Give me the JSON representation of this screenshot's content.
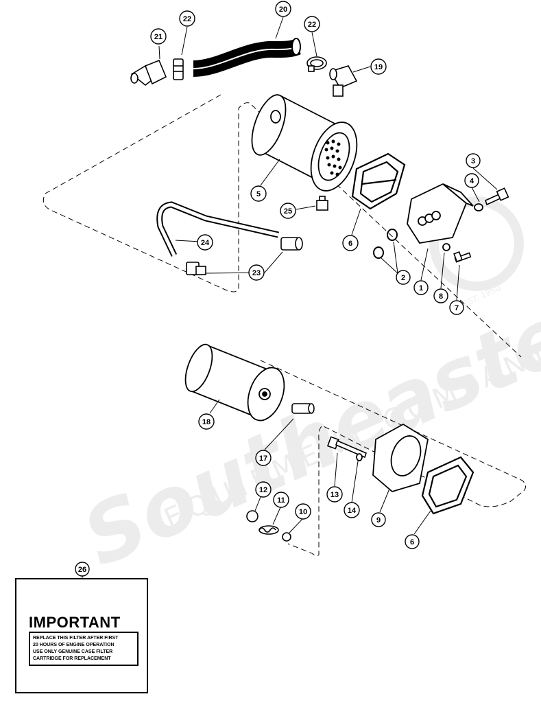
{
  "watermark": {
    "brand": "Southeastern",
    "subtitle": "EQUIPMENT COMPANY",
    "seal": "EST. 1950"
  },
  "callouts": [
    {
      "id": "c21",
      "label": "21"
    },
    {
      "id": "c22a",
      "label": "22"
    },
    {
      "id": "c20",
      "label": "20"
    },
    {
      "id": "c22b",
      "label": "22"
    },
    {
      "id": "c19",
      "label": "19"
    },
    {
      "id": "c3",
      "label": "3"
    },
    {
      "id": "c4",
      "label": "4"
    },
    {
      "id": "c5",
      "label": "5"
    },
    {
      "id": "c25",
      "label": "25"
    },
    {
      "id": "c6a",
      "label": "6"
    },
    {
      "id": "c24",
      "label": "24"
    },
    {
      "id": "c23",
      "label": "23"
    },
    {
      "id": "c2",
      "label": "2"
    },
    {
      "id": "c1",
      "label": "1"
    },
    {
      "id": "c8",
      "label": "8"
    },
    {
      "id": "c7",
      "label": "7"
    },
    {
      "id": "c18",
      "label": "18"
    },
    {
      "id": "c17",
      "label": "17"
    },
    {
      "id": "c13",
      "label": "13"
    },
    {
      "id": "c14",
      "label": "14"
    },
    {
      "id": "c9",
      "label": "9"
    },
    {
      "id": "c6b",
      "label": "6"
    },
    {
      "id": "c12",
      "label": "12"
    },
    {
      "id": "c11",
      "label": "11"
    },
    {
      "id": "c10",
      "label": "10"
    },
    {
      "id": "c26",
      "label": "26"
    }
  ],
  "decal": {
    "heading": "IMPORTANT",
    "lines": [
      "REPLACE THIS FILTER AFTER FIRST",
      "20 HOURS OF ENGINE OPERATION",
      "USE ONLY GENUINE CASE FILTER",
      "CARTRIDGE FOR REPLACEMENT"
    ]
  }
}
